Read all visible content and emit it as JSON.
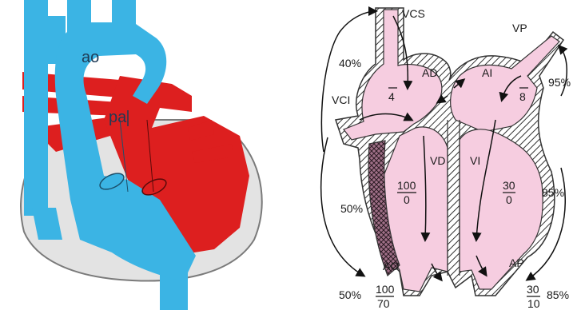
{
  "left_figure": {
    "labels": {
      "aorta": "ao",
      "pulmonary_artery": "pa"
    },
    "colors": {
      "oxygen_poor": "#3bb4e4",
      "oxygen_rich": "#dd1f1f",
      "pericardium": "#e3e3e3",
      "outline": "#777777"
    }
  },
  "right_figure": {
    "vessels": {
      "svc": "VCS",
      "ivc": "VCI",
      "pulm_vein": "VP",
      "aorta": "AO",
      "pulm_artery": "AP"
    },
    "chambers": {
      "ra": "AD",
      "la": "AI",
      "rv": "VD",
      "lv": "VI"
    },
    "pressures": {
      "ra": {
        "num": "",
        "den": "4"
      },
      "la": {
        "num": "",
        "den": "8"
      },
      "rv": {
        "num": "100",
        "den": "0"
      },
      "lv": {
        "num": "30",
        "den": "0"
      },
      "ao": {
        "num": "100",
        "den": "70"
      },
      "ap": {
        "num": "30",
        "den": "10"
      }
    },
    "saturations": {
      "svc": "40%",
      "pv": "95%",
      "ivc": "50%",
      "lv": "85%",
      "ao": "50%",
      "ap": "85%"
    },
    "colors": {
      "blood": "#f6cde0",
      "wall": "#a8a8a8",
      "hatched_wall": "#9b6a80"
    }
  }
}
